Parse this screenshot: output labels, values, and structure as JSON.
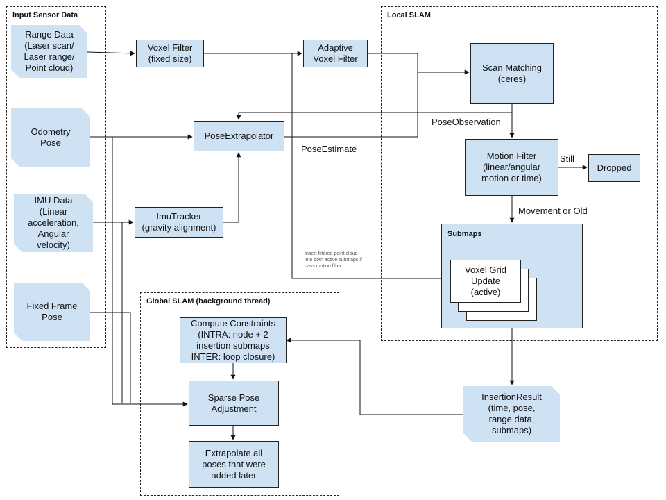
{
  "groups": {
    "input": "Input Sensor Data",
    "local": "Local SLAM",
    "global": "Global SLAM (background thread)"
  },
  "nodes": {
    "range_data": "Range Data\n(Laser scan/\nLaser range/\nPoint cloud)",
    "odometry": "Odometry\nPose",
    "imu_data": "IMU Data\n(Linear\nacceleration,\nAngular\nvelocity)",
    "fixed_frame": "Fixed Frame\nPose",
    "voxel_filter": "Voxel Filter\n(fixed size)",
    "adaptive_voxel": "Adaptive\nVoxel Filter",
    "pose_extrapolator": "PoseExtrapolator",
    "imu_tracker": "ImuTracker\n(gravity alignment)",
    "scan_matching": "Scan Matching\n(ceres)",
    "motion_filter": "Motion Filter\n(linear/angular\nmotion or time)",
    "dropped": "Dropped",
    "submaps": "Submaps",
    "voxel_grid": "Voxel Grid\nUpdate\n(active)",
    "insertion_result": "InsertionResult\n(time, pose,\nrange data,\nsubmaps)",
    "compute_constraints": "Compute Constraints\n(INTRA: node + 2\ninsertion submaps\nINTER: loop closure)",
    "sparse_pose": "Sparse Pose\nAdjustment",
    "extrapolate": "Extrapolate all\nposes that were\nadded later"
  },
  "edge_labels": {
    "pose_observation": "PoseObservation",
    "pose_estimate": "PoseEstimate",
    "still": "Still",
    "movement_or_old": "Movement or Old"
  },
  "notes": {
    "insert_note": "Insert filtered point cloud\ninto both active submaps if\npass motion filter"
  },
  "colors": {
    "node_fill": "#cfe2f3",
    "stroke": "#222222"
  }
}
